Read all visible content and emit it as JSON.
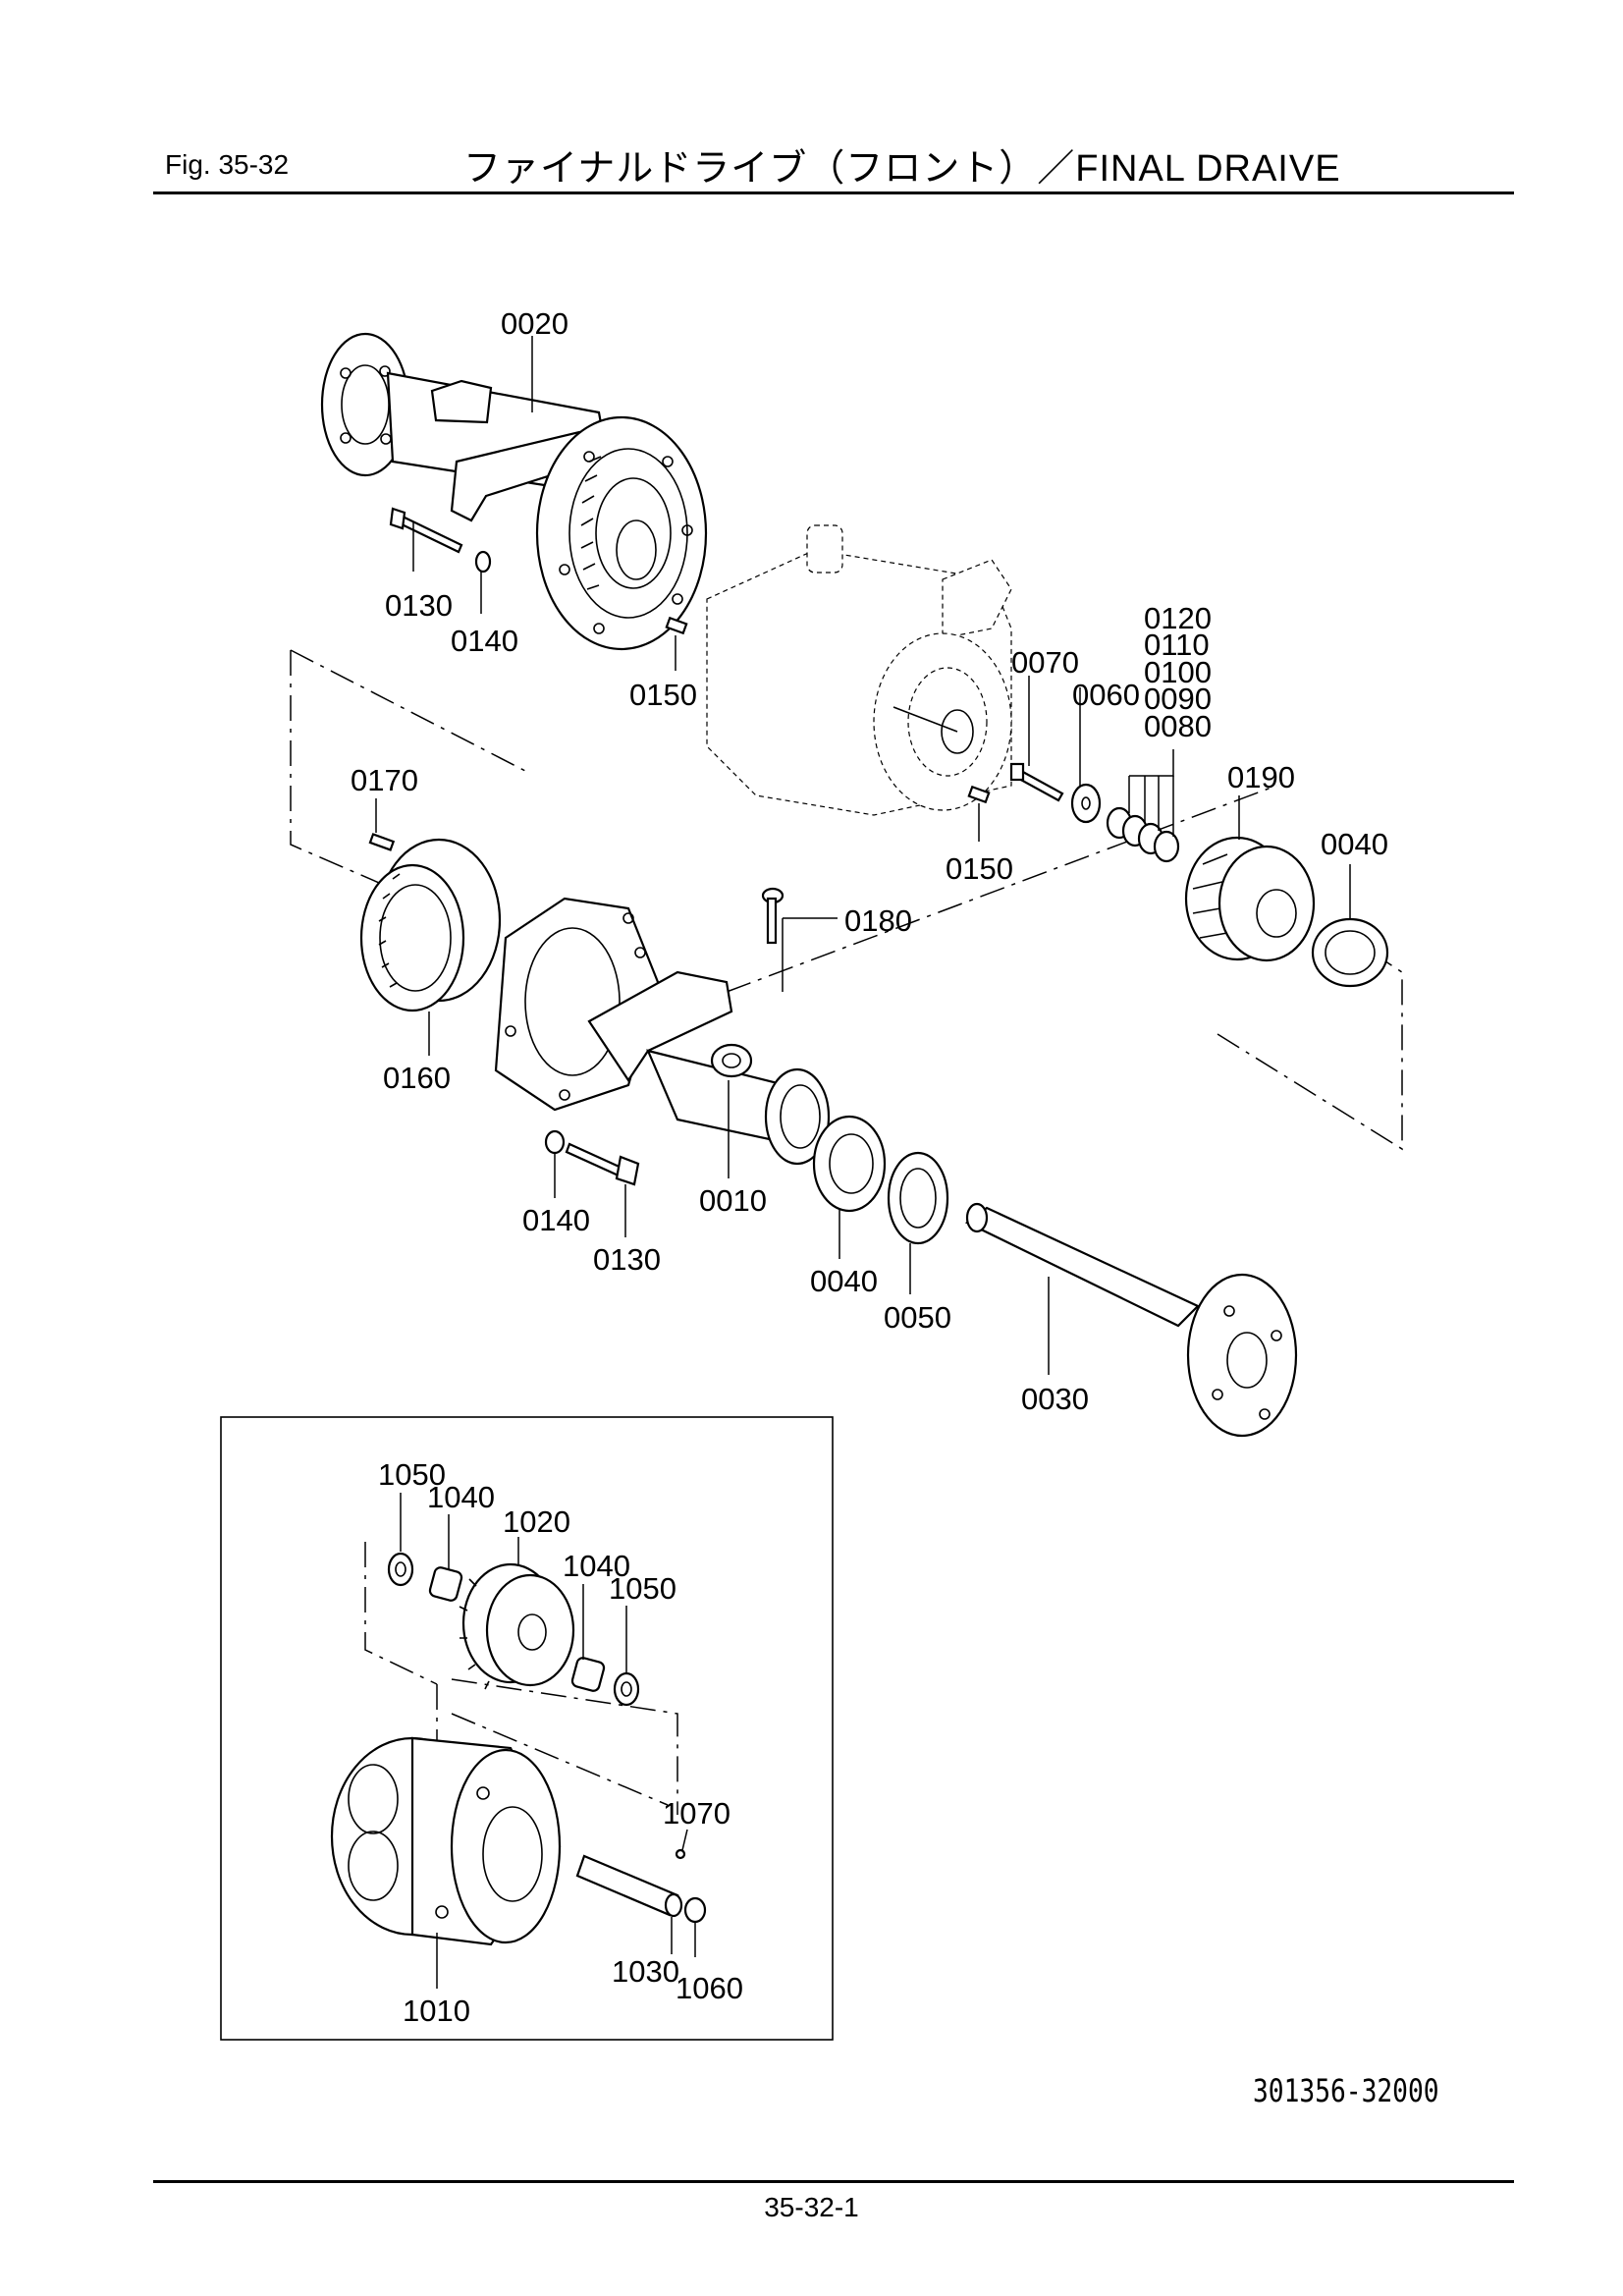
{
  "header": {
    "figure_label": "Fig.  35-32",
    "title": "ファイナルドライブ（フロント）／FINAL  DRAIVE"
  },
  "footer": {
    "doc_code": "301356-32000",
    "page_number": "35-32-1"
  },
  "callouts": {
    "c0020": "0020",
    "c0130a": "0130",
    "c0140a": "0140",
    "c0150a": "0150",
    "c0150b": "0150",
    "c0070": "0070",
    "c0060": "0060",
    "c0120": "0120",
    "c0110": "0110",
    "c0100": "0100",
    "c0090": "0090",
    "c0080": "0080",
    "c0190": "0190",
    "c0040a": "0040",
    "c0170": "0170",
    "c0180": "0180",
    "c0160": "0160",
    "c0140b": "0140",
    "c0130b": "0130",
    "c0010": "0010",
    "c0040b": "0040",
    "c0050": "0050",
    "c0030": "0030",
    "c1050a": "1050",
    "c1040a": "1040",
    "c1020": "1020",
    "c1040b": "1040",
    "c1050b": "1050",
    "c1070": "1070",
    "c1030": "1030",
    "c1060": "1060",
    "c1010": "1010"
  }
}
